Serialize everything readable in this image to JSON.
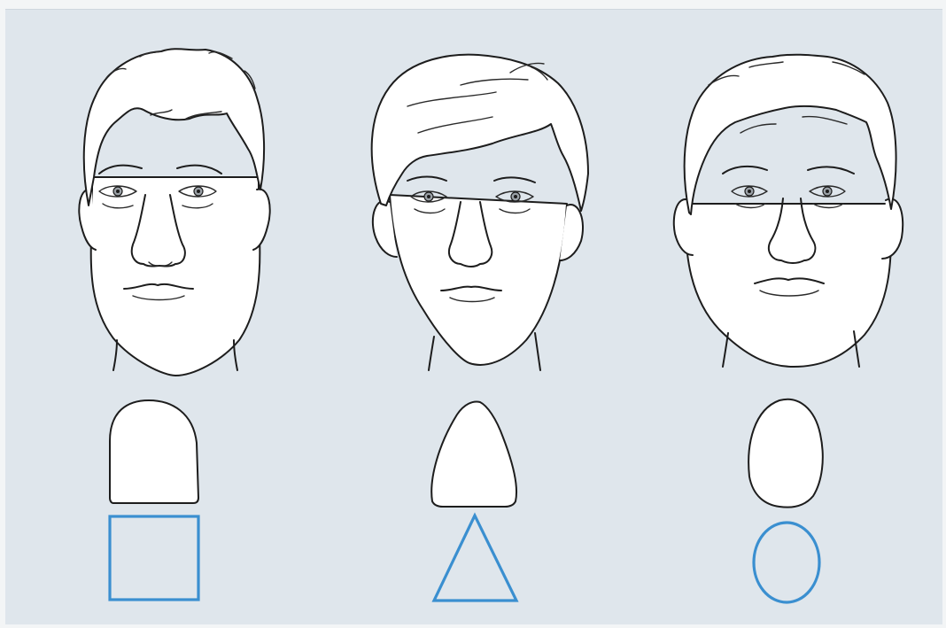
{
  "diagram": {
    "faces": [
      {
        "shape": "square-face"
      },
      {
        "shape": "triangle-face"
      },
      {
        "shape": "oval-face"
      }
    ],
    "shape_icons": [
      "square-icon",
      "triangle-icon",
      "oval-icon"
    ]
  },
  "colors": {
    "background": "#dfe6ec",
    "page": "#f3f5f6",
    "ink": "#1d1d1d",
    "shape_outline": "#3a8fd0",
    "fill": "#ffffff"
  }
}
